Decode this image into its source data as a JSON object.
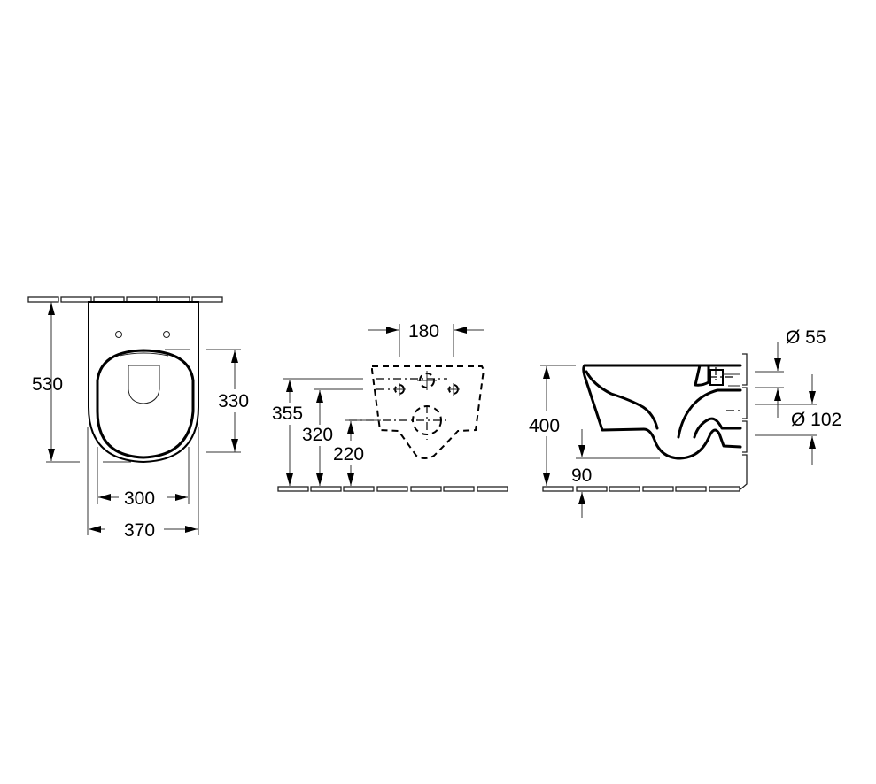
{
  "drawing": {
    "title": "Wall-hung toilet dimensional drawing",
    "units": "mm",
    "views": {
      "top_view": {
        "dimensions": {
          "overall_length": "530",
          "seat_depth": "330",
          "inner_width": "300",
          "overall_width": "370"
        }
      },
      "wall_view": {
        "dimensions": {
          "bolt_spacing": "180",
          "height_upper": "355",
          "height_bolts": "320",
          "height_outlet": "220"
        }
      },
      "side_view": {
        "dimensions": {
          "rim_height": "400",
          "bowl_bottom_clearance": "90",
          "inlet_diameter": "Ø 55",
          "outlet_diameter": "Ø 102"
        }
      }
    },
    "colors": {
      "line": "#000000",
      "background": "#ffffff"
    }
  }
}
